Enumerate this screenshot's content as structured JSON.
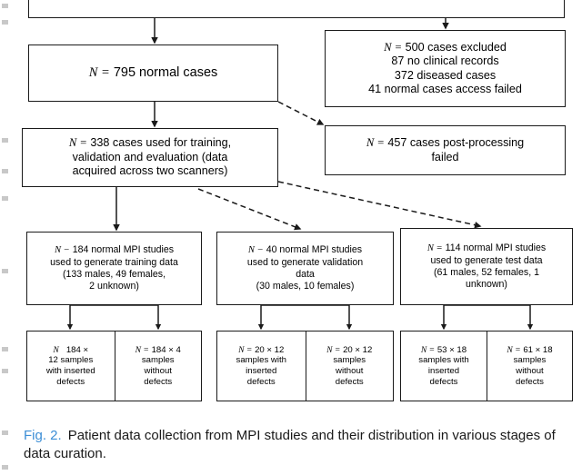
{
  "figure": {
    "caption_label": "Fig. 2.",
    "caption_text": "Patient data collection from MPI studies and their distribution in various stages of data curation.",
    "caption_label_color": "#3c8ed6"
  },
  "flow": {
    "top_box": {
      "name": "source-cohort-box",
      "text": ""
    },
    "normal_cases": {
      "eq": "N =",
      "line1": "795 normal cases"
    },
    "excluded": {
      "eq": "N =",
      "line1": "500 cases excluded",
      "line2": "87 no clinical records",
      "line3": "372 diseased cases",
      "line4": "41 normal cases access failed"
    },
    "training_set": {
      "eq": "N =",
      "line1": "338 cases used for training,",
      "line2": "validation and evaluation (data",
      "line3": "acquired across two scanners)"
    },
    "postprocessing_failed": {
      "eq": "N =",
      "line1": "457 cases post-processing",
      "line2": "failed"
    },
    "studies": [
      {
        "id": "training-studies",
        "eq": "N −",
        "line1": "184 normal MPI studies",
        "line2": "used to generate training data",
        "line3": "(133 males, 49 females,",
        "line4": "2 unknown)"
      },
      {
        "id": "validation-studies",
        "eq": "N −",
        "line1": "40 normal MPI studies",
        "line2": "used to generate validation",
        "line3": "data",
        "line4": "(30 males, 10 females)"
      },
      {
        "id": "test-studies",
        "eq": "N =",
        "line1": "114 normal MPI studies",
        "line2": "used to generate test data",
        "line3": "(61 males, 52 females, 1",
        "line4": "unknown)"
      }
    ],
    "samples": [
      {
        "id": "training-with-defects",
        "eq": "N",
        "count": "184 ×",
        "line1": "12 samples",
        "line2": "with inserted",
        "line3": "defects"
      },
      {
        "id": "training-without-defects",
        "eq": "N =",
        "count": "184 × 4",
        "line1": "samples",
        "line2": "without",
        "line3": "defects"
      },
      {
        "id": "validation-with-defects",
        "eq": "N =",
        "count": "20 × 12",
        "line1": "samples with",
        "line2": "inserted",
        "line3": "defects"
      },
      {
        "id": "validation-without-defects",
        "eq": "N =",
        "count": "20 × 12",
        "line1": "samples",
        "line2": "without",
        "line3": "defects"
      },
      {
        "id": "test-with-defects",
        "eq": "N =",
        "count": "53 × 18",
        "line1": "samples with",
        "line2": "inserted",
        "line3": "defects"
      },
      {
        "id": "test-without-defects",
        "eq": "N =",
        "count": "61 × 18",
        "line1": "samples",
        "line2": "without",
        "line3": "defects"
      }
    ]
  }
}
